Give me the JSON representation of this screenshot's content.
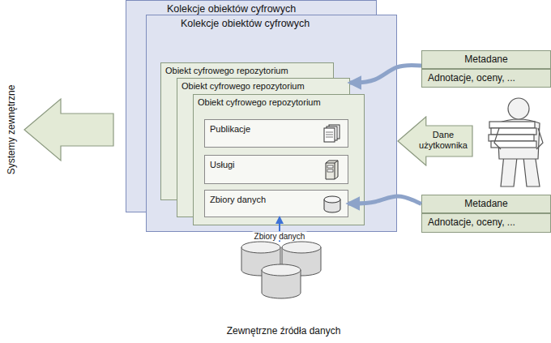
{
  "diagram": {
    "nodes": [
      {
        "text": [
          "Kolekcje obiektów cyfrowych"
        ]
      },
      {
        "text": [
          "Kolekcje obiektów cyfrowych"
        ]
      },
      {
        "text": [
          "Obiekt cyfrowego repozytorium"
        ],
        "in": 1
      },
      {
        "text": [
          "Obiekt cyfrowego repozytorium"
        ],
        "in": 1
      },
      {
        "text": [
          "Obiekt cyfrowego repozytorium"
        ],
        "in": 1
      },
      {
        "text": [
          "Publikacje"
        ],
        "in": 4
      },
      {
        "text": [
          "Usługi"
        ],
        "in": 4
      },
      {
        "text": [
          "Zbiory danych"
        ],
        "in": 4
      },
      {
        "text": [
          "Metadane"
        ]
      },
      {
        "text": [
          "Adnotacje, oceny, ..."
        ]
      },
      {
        "text": [
          "Metadane"
        ]
      },
      {
        "text": [
          "Adnotacje, oceny, ..."
        ]
      },
      {
        "text": [
          "Zewnętrzne źródła danych"
        ]
      },
      {
        "text": [
          "Dane użytkownika"
        ]
      }
    ],
    "edges": [
      {
        "from": 8,
        "to": 3,
        "arrow": "to"
      },
      {
        "from": 10,
        "to": 7,
        "arrow": "to"
      },
      {
        "from": 12,
        "to": 7,
        "label": "Zbiory danych",
        "arrow": "to"
      }
    ],
    "labels": [
      "Systemy zewnętrzne"
    ]
  }
}
